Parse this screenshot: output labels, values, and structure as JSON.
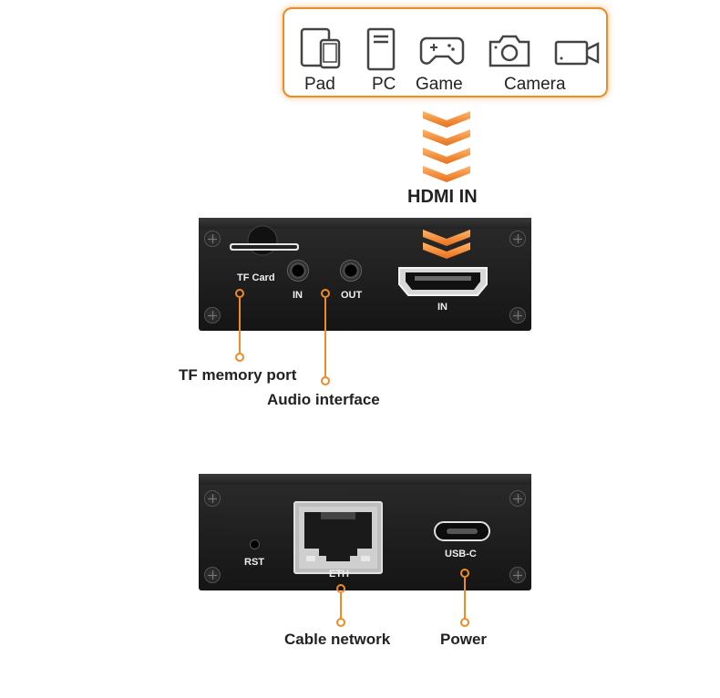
{
  "sources": {
    "items": [
      {
        "label": "Pad",
        "icon": "tablet-phone-icon"
      },
      {
        "label": "PC",
        "icon": "pc-tower-icon"
      },
      {
        "label": "Game",
        "icon": "gamepad-icon"
      },
      {
        "label": "Camera",
        "icon": "camera-icon"
      },
      {
        "label": "",
        "icon": "video-camera-icon"
      }
    ]
  },
  "hdmi_in_title": "HDMI IN",
  "front_panel": {
    "tf_card": "TF Card",
    "audio_in": "IN",
    "audio_out": "OUT",
    "hdmi_in": "IN"
  },
  "back_panel": {
    "rst": "RST",
    "eth": "ETH",
    "usb_c": "USB-C"
  },
  "callouts": {
    "tf_memory_port": "TF memory port",
    "audio_interface": "Audio interface",
    "cable_network": "Cable network",
    "power": "Power"
  },
  "colors": {
    "accent": "#f08a24",
    "device_body": "#1c1c1c"
  }
}
